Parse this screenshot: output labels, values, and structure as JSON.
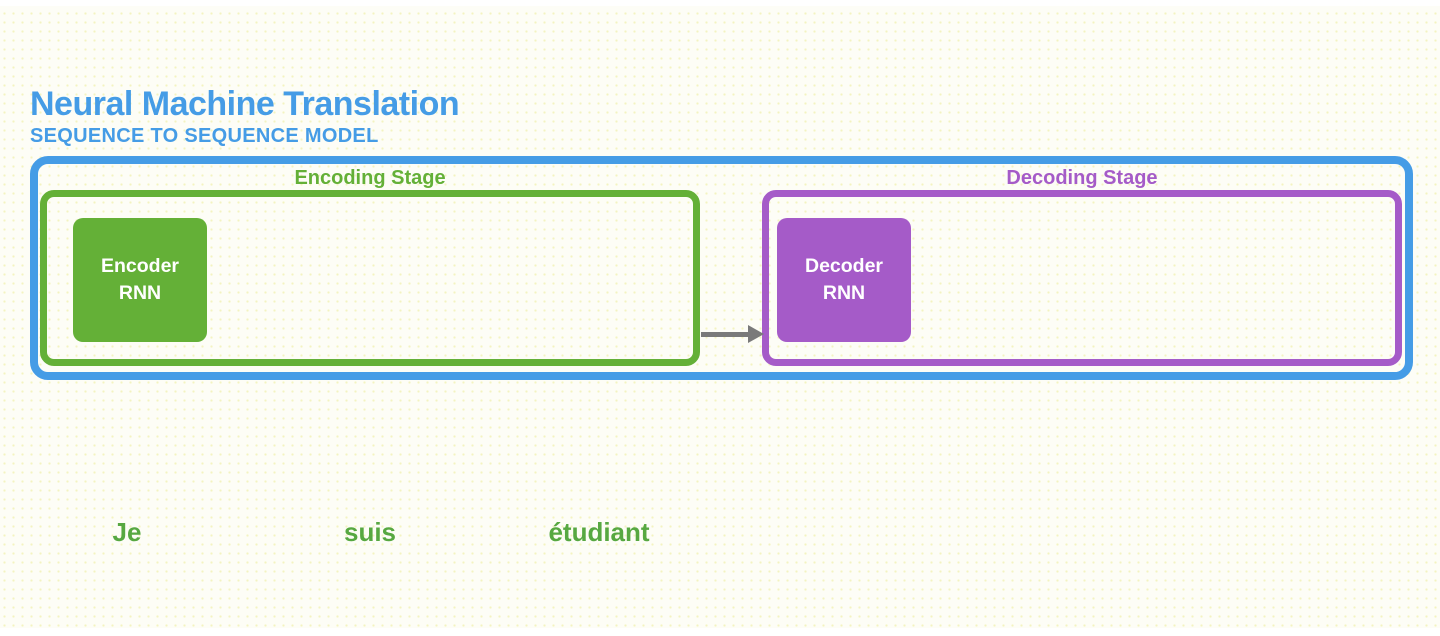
{
  "page": {
    "title": "Neural Machine Translation",
    "subtitle": "SEQUENCE TO SEQUENCE MODEL"
  },
  "diagram": {
    "encoding": {
      "stage_label": "Encoding Stage",
      "box_line1": "Encoder",
      "box_line2": "RNN"
    },
    "decoding": {
      "stage_label": "Decoding Stage",
      "box_line1": "Decoder",
      "box_line2": "RNN"
    },
    "arrow_icon": "right-arrow-icon"
  },
  "input_words": [
    "Je",
    "suis",
    "étudiant"
  ],
  "colors": {
    "blue": "#459ce6",
    "green": "#64b037",
    "purple": "#a55bc8",
    "gray": "#7a7a7a",
    "word-green": "#57a841"
  }
}
